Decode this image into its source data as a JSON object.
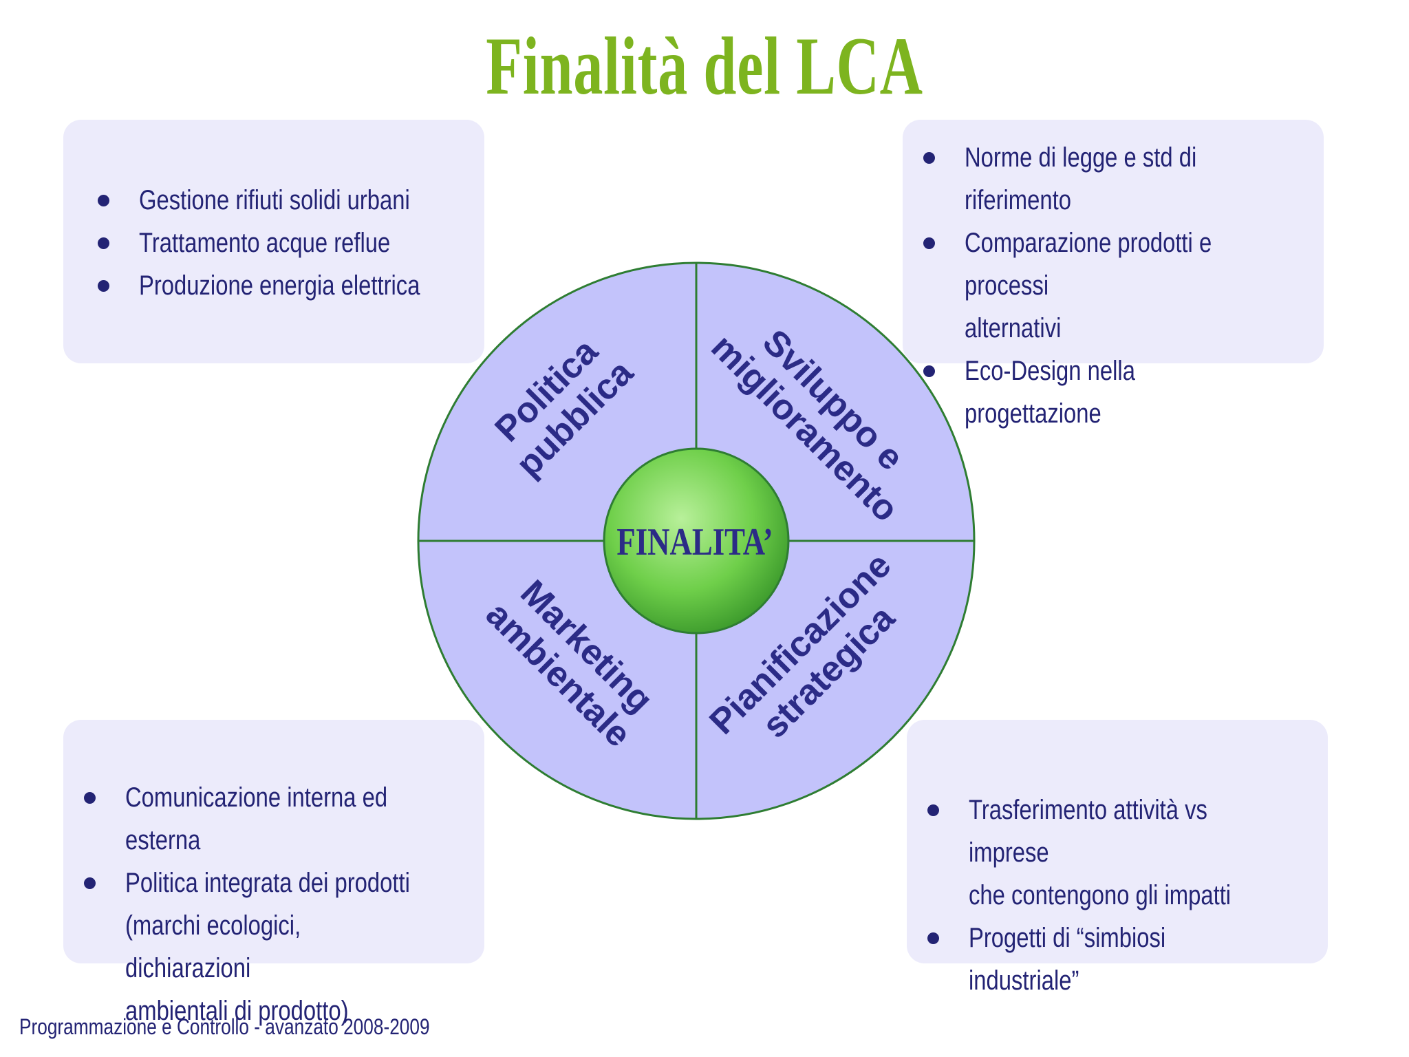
{
  "title": "Finalità del LCA",
  "center": {
    "label": "FINALITA’"
  },
  "segments": {
    "top_left": {
      "line1": "Politica",
      "line2": "pubblica"
    },
    "top_right": {
      "line1": "Sviluppo e",
      "line2": "miglioramento"
    },
    "bottom_left": {
      "line1": "Marketing",
      "line2": "ambientale"
    },
    "bottom_right": {
      "line1": "Pianificazione",
      "line2": "strategica"
    }
  },
  "boxes": {
    "top_left": {
      "items": [
        "Gestione rifiuti solidi urbani",
        "Trattamento acque reflue",
        "Produzione energia elettrica"
      ]
    },
    "top_right": {
      "items": [
        "Norme di legge e std di\nriferimento",
        "Comparazione prodotti e processi\nalternativi",
        "Eco-Design nella progettazione"
      ]
    },
    "bottom_left": {
      "items": [
        "Comunicazione interna ed esterna",
        "Politica integrata dei prodotti\n(marchi ecologici, dichiarazioni\nambientali di prodotto)"
      ]
    },
    "bottom_right": {
      "items": [
        "Trasferimento attività vs imprese\nche contengono gli impatti",
        "Progetti di “simbiosi industriale”"
      ]
    }
  },
  "footer": "Programmazione e Controllo - avanzato 2008-2009",
  "colors": {
    "title": "#7db41f",
    "text": "#232374",
    "box_bg": "#ecebfb",
    "wheel_fill": "#c3c3fb",
    "wheel_stroke": "#2e7d32",
    "center_fill": "#6fcf4a"
  }
}
